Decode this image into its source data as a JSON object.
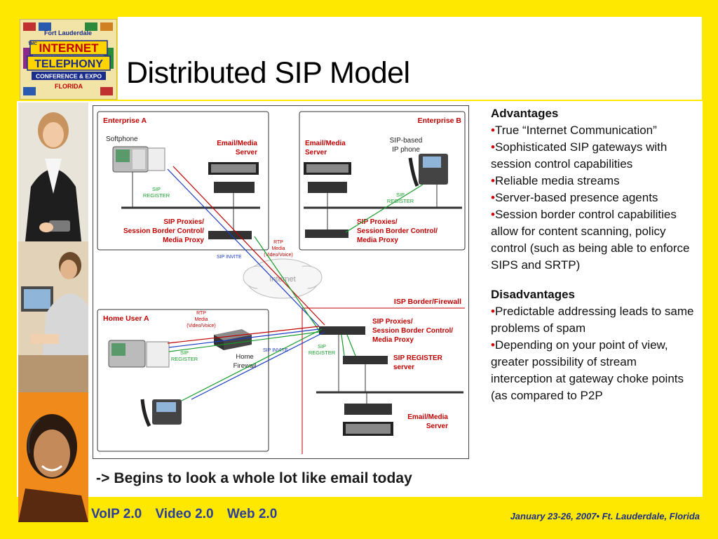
{
  "slide": {
    "title": "Distributed SIP Model",
    "summary": "->  Begins to look a whole lot like email today",
    "footer_nav": [
      "VoIP 2.0",
      "Video 2.0",
      "Web 2.0"
    ],
    "footer_date": "January 23-26, 2007• Ft. Lauderdale, Florida"
  },
  "logo": {
    "top": "Fort Lauderdale",
    "line1": "INTERNET",
    "line2": "TELEPHONY",
    "line3": "CONFERENCE & EXPO",
    "line4": "FLORIDA",
    "tag": "TMC"
  },
  "diagram": {
    "enterprise_a": "Enterprise A",
    "enterprise_b": "Enterprise B",
    "softphone": "Softphone",
    "email_media_server": "Email/Media Server",
    "sip_based_ip_phone": "SIP-based IP phone",
    "sip_register": "SIP REGISTER",
    "sip_proxies": "SIP Proxies/ Session Border Control/ Media Proxy",
    "rtp_media": "RTP Media (Video/Voice)",
    "sip_invite": "SIP INVITE",
    "internet": "Internet",
    "isp_border": "ISP Border/Firewall",
    "home_user_a": "Home User A",
    "home_firewall": "Home Firewall",
    "sip_register_server": "SIP REGISTER server"
  },
  "advantages": {
    "heading": "Advantages",
    "items": [
      "True “Internet Communication”",
      "Sophisticated SIP gateways with session control capabilities",
      "Reliable media streams",
      "Server-based presence agents",
      "Session border control capabilities allow for content scanning, policy control (such as being able to enforce SIPS and SRTP)"
    ]
  },
  "disadvantages": {
    "heading": "Disadvantages",
    "items": [
      "Predictable addressing leads to same problems of spam",
      "Depending on your point of view, greater possibility of stream interception at gateway choke points (as compared to P2P"
    ]
  },
  "colors": {
    "background": "#ffe800",
    "title_text": "#000000",
    "footer_text": "#2a3e9a",
    "bullet_mark": "#d40000",
    "red_label": "#c00000",
    "green_label": "#169b2a",
    "blue_label": "#1a3ac0"
  }
}
